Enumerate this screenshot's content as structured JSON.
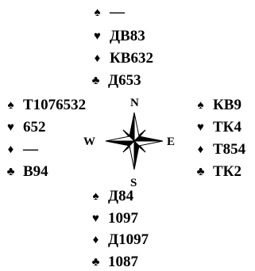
{
  "hands": {
    "north": [
      {
        "suit": "spades-icon",
        "symbol": "♠",
        "cards": "—"
      },
      {
        "suit": "hearts-icon",
        "symbol": "♥",
        "cards": "ДВ83"
      },
      {
        "suit": "diamonds-icon",
        "symbol": "♦",
        "cards": "КВ632"
      },
      {
        "suit": "clubs-icon",
        "symbol": "♣",
        "cards": "Д653"
      }
    ],
    "west": [
      {
        "suit": "spades-icon",
        "symbol": "♠",
        "cards": "Т1076532"
      },
      {
        "suit": "hearts-icon",
        "symbol": "♥",
        "cards": "652"
      },
      {
        "suit": "diamonds-icon",
        "symbol": "♦",
        "cards": "—"
      },
      {
        "suit": "clubs-icon",
        "symbol": "♣",
        "cards": "В94"
      }
    ],
    "east": [
      {
        "suit": "spades-icon",
        "symbol": "♠",
        "cards": "КВ9"
      },
      {
        "suit": "hearts-icon",
        "symbol": "♥",
        "cards": "ТК4"
      },
      {
        "suit": "diamonds-icon",
        "symbol": "♦",
        "cards": "Т854"
      },
      {
        "suit": "clubs-icon",
        "symbol": "♣",
        "cards": "ТК2"
      }
    ],
    "south": [
      {
        "suit": "spades-icon",
        "symbol": "♠",
        "cards": "Д84"
      },
      {
        "suit": "hearts-icon",
        "symbol": "♥",
        "cards": "1097"
      },
      {
        "suit": "diamonds-icon",
        "symbol": "♦",
        "cards": "Д1097"
      },
      {
        "suit": "clubs-icon",
        "symbol": "♣",
        "cards": "1087"
      }
    ]
  },
  "compass": {
    "icon": "compass-rose-icon",
    "north": "N",
    "south": "S",
    "west": "W",
    "east": "E"
  }
}
